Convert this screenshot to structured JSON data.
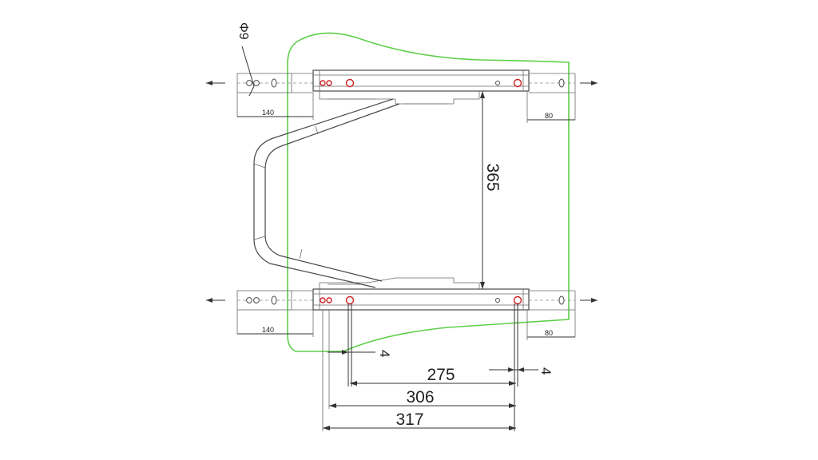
{
  "dimensions": {
    "dia": "Φ9",
    "left_top": "140",
    "left_bottom": "140",
    "right_top": "80",
    "right_bottom": "80",
    "height": "365",
    "gap_left": "4",
    "gap_right": "4",
    "d275": "275",
    "d306": "306",
    "d317": "317"
  },
  "colors": {
    "outline_green": "#5fcf4a",
    "hole_red": "#d02020",
    "line": "#4a4a4a"
  }
}
